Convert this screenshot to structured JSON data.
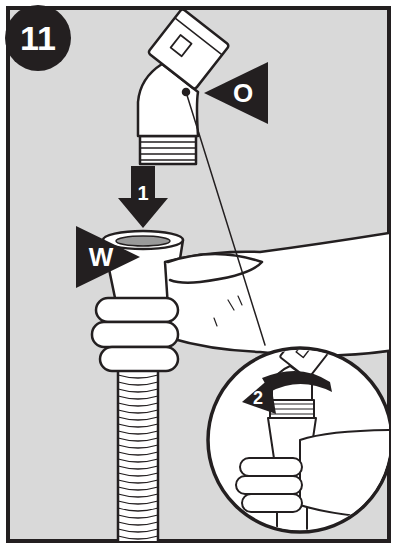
{
  "diagram": {
    "nodes": [
      {
        "text": [
          "11"
        ]
      },
      {
        "text": [
          "O"
        ]
      },
      {
        "text": [
          "W"
        ]
      }
    ],
    "labels": [
      "1",
      "2"
    ]
  }
}
